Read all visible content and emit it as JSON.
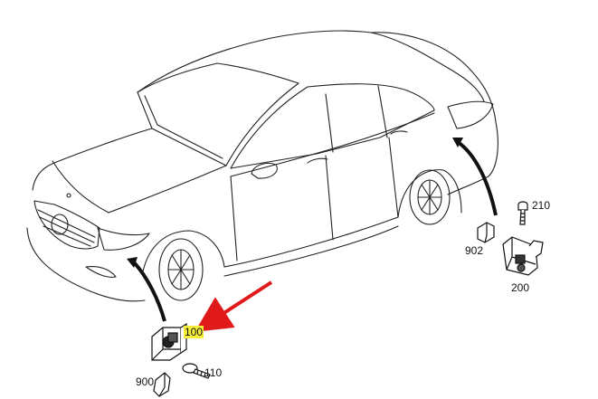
{
  "diagram": {
    "type": "parts-location-diagram",
    "subject": "car",
    "highlight_color": "#f7ee3a",
    "arrow_color": "#e01a1a",
    "parts": [
      {
        "id": "p100",
        "number": "100",
        "highlighted": true
      },
      {
        "id": "p110",
        "number": "110",
        "highlighted": false
      },
      {
        "id": "p900",
        "number": "900",
        "highlighted": false
      },
      {
        "id": "p200",
        "number": "200",
        "highlighted": false
      },
      {
        "id": "p210",
        "number": "210",
        "highlighted": false
      },
      {
        "id": "p902",
        "number": "902",
        "highlighted": false
      }
    ]
  }
}
